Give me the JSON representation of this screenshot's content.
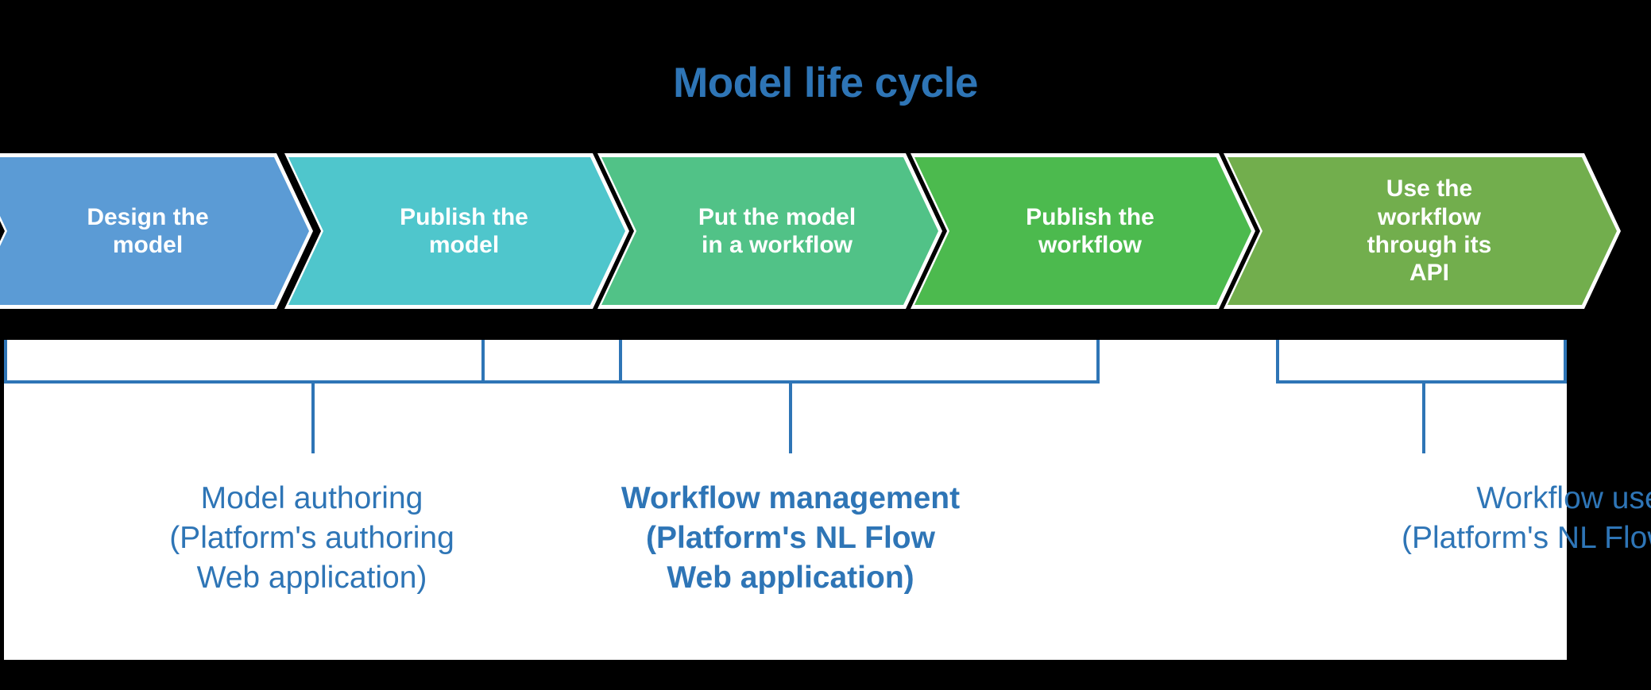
{
  "title": "Model life cycle",
  "colors": {
    "background": "#000000",
    "panel": "#FFFFFF",
    "title": "#2E75B6",
    "bracket": "#2E75B6",
    "label": "#2E75B6",
    "chevron_border": "#FFFFFF",
    "chevron_text": "#FFFFFF"
  },
  "stages": [
    {
      "label": "Design the\nmodel",
      "color": "#5B9BD5"
    },
    {
      "label": "Publish the\nmodel",
      "color": "#4FC6CC"
    },
    {
      "label": "Put the model\nin a workflow",
      "color": "#51C287"
    },
    {
      "label": "Publish the\nworkflow",
      "color": "#4CBA4E"
    },
    {
      "label": "Use the\nworkflow\nthrough its\nAPI",
      "color": "#72AE4D"
    }
  ],
  "groups": [
    {
      "label": "Model authoring\n(Platform's authoring\nWeb application)",
      "bold": false
    },
    {
      "label": "Workflow management\n(Platform's NL Flow\nWeb application)",
      "bold": true
    },
    {
      "label": "Workflow use\n(Platform's NL Flow API)",
      "bold": false
    }
  ],
  "chart_data": {
    "type": "diagram",
    "diagram_kind": "chevron-process-flow",
    "title": "Model life cycle",
    "stage_count": 5,
    "stages": [
      "Design the model",
      "Publish the model",
      "Put the model in a workflow",
      "Publish the workflow",
      "Use the workflow through its API"
    ],
    "stage_colors": [
      "#5B9BD5",
      "#4FC6CC",
      "#51C287",
      "#4CBA4E",
      "#72AE4D"
    ],
    "groupings": [
      {
        "name": "Model authoring",
        "detail": "(Platform's authoring Web application)",
        "covers_stages": [
          1,
          2
        ],
        "emphasis": "regular"
      },
      {
        "name": "Workflow management",
        "detail": "(Platform's NL Flow Web application)",
        "covers_stages": [
          3,
          4
        ],
        "emphasis": "bold"
      },
      {
        "name": "Workflow use",
        "detail": "(Platform's NL Flow API)",
        "covers_stages": [
          5
        ],
        "emphasis": "regular"
      }
    ]
  }
}
